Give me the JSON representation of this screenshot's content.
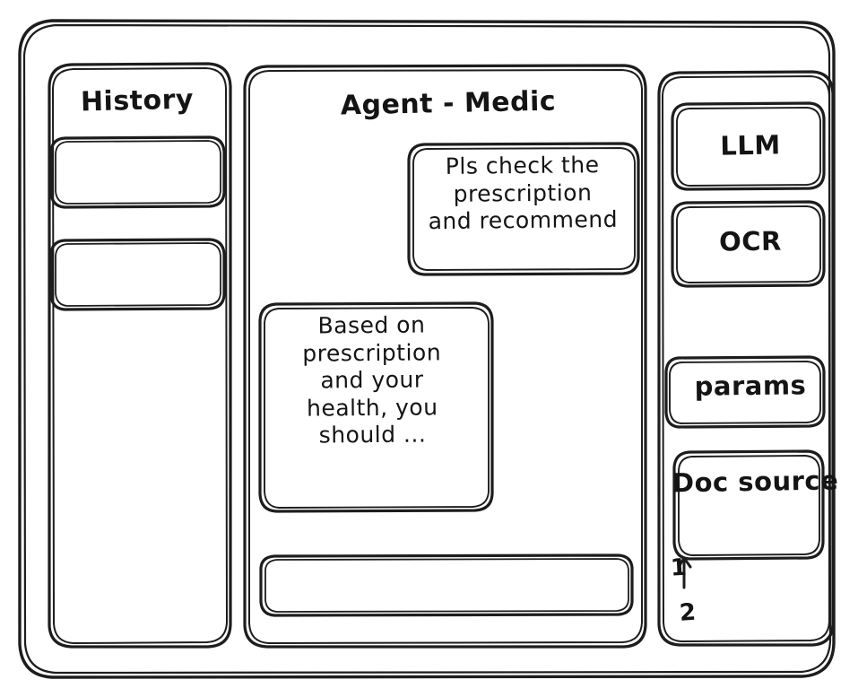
{
  "window": {
    "name": "agent-medic-wireframe"
  },
  "history_panel": {
    "title": "History",
    "items": [
      {
        "label": ""
      },
      {
        "label": ""
      }
    ]
  },
  "main_panel": {
    "title": "Agent - Medic",
    "messages": [
      {
        "role": "user",
        "text": "Pls check the\nprescription\nand recommend"
      },
      {
        "role": "assistant",
        "text": "Based on\nprescription\nand your\nhealth, you\nshould ..."
      }
    ],
    "composer": {
      "value": "",
      "placeholder": ""
    }
  },
  "tools_panel": {
    "buttons": [
      {
        "label": "LLM"
      },
      {
        "label": "OCR"
      },
      {
        "label": "params"
      },
      {
        "label": "Doc source"
      }
    ],
    "source_list": [
      {
        "label": "1"
      },
      {
        "label": "2"
      }
    ]
  },
  "style": {
    "ink": "#1d1d1d",
    "background": "#ffffff"
  }
}
